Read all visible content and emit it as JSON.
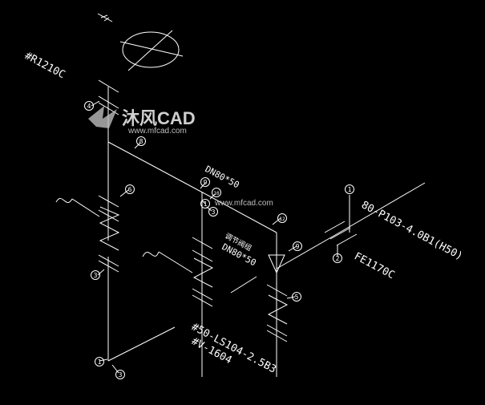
{
  "colors": {
    "background": "#000000",
    "line": "#ffffff",
    "watermark": "#9a9a9a"
  },
  "labels": {
    "valve_r1210c": "#R1210C",
    "dn80x50_top": "DN80*50",
    "chinese_note": "调节阀组",
    "dn80x50_mid": "DN80*50",
    "line_80p103": "80-P103-4.0B1(H50)",
    "fe1170c": "FE1170C",
    "line_50ls104": "#50-LS104-2.5B3",
    "line_v1604": "#V-1604"
  },
  "balloons": [
    {
      "id": "b1",
      "text": "8"
    },
    {
      "id": "b2",
      "text": "9"
    },
    {
      "id": "b3",
      "text": "6"
    },
    {
      "id": "b4",
      "text": "3"
    },
    {
      "id": "b5",
      "text": "4"
    },
    {
      "id": "b6",
      "text": "3"
    },
    {
      "id": "b7",
      "text": "10"
    },
    {
      "id": "b8",
      "text": "12"
    },
    {
      "id": "b9",
      "text": "9"
    },
    {
      "id": "b10",
      "text": "1"
    },
    {
      "id": "b11",
      "text": "2"
    },
    {
      "id": "b12",
      "text": "1"
    },
    {
      "id": "b13",
      "text": "5"
    },
    {
      "id": "b14",
      "text": "1"
    },
    {
      "id": "b15",
      "text": "3"
    }
  ],
  "watermark": {
    "brand": "沐风CAD",
    "url_main": "www.mfcad.com",
    "url_center": "www.mfcad.com"
  }
}
